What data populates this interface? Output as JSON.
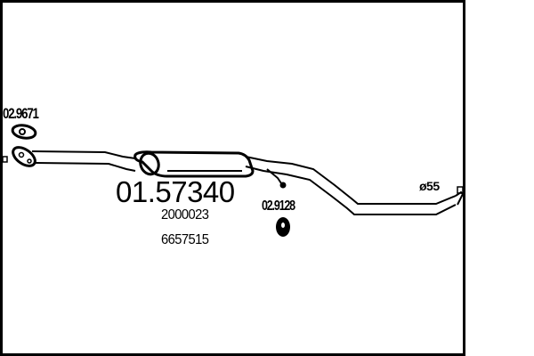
{
  "diagram": {
    "type": "exhaust-system-part-drawing",
    "main_part": {
      "number": "01.57340",
      "cross_references": [
        "2000023",
        "6657515"
      ]
    },
    "accessories": [
      {
        "number": "02.9671",
        "kind": "gasket"
      },
      {
        "number": "02.9128",
        "kind": "rubber-mount"
      }
    ],
    "pipe_diameter_label": "ø55",
    "colors": {
      "line": "#000000",
      "background": "#ffffff"
    }
  }
}
